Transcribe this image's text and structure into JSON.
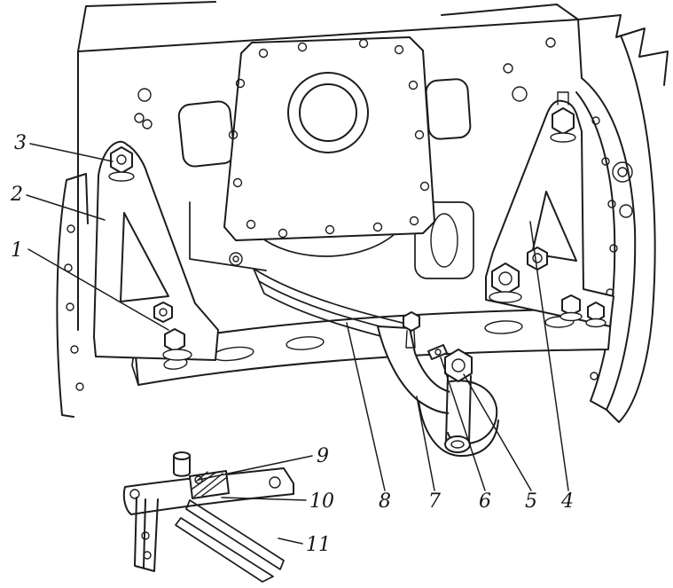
{
  "diagram": {
    "background_color": "#ffffff",
    "line_color": "#1c1c1c",
    "callouts": [
      {
        "label": "1"
      },
      {
        "label": "2"
      },
      {
        "label": "3"
      },
      {
        "label": "4"
      },
      {
        "label": "5"
      },
      {
        "label": "6"
      },
      {
        "label": "7"
      },
      {
        "label": "8"
      },
      {
        "label": "9"
      },
      {
        "label": "10"
      },
      {
        "label": "11"
      }
    ]
  }
}
